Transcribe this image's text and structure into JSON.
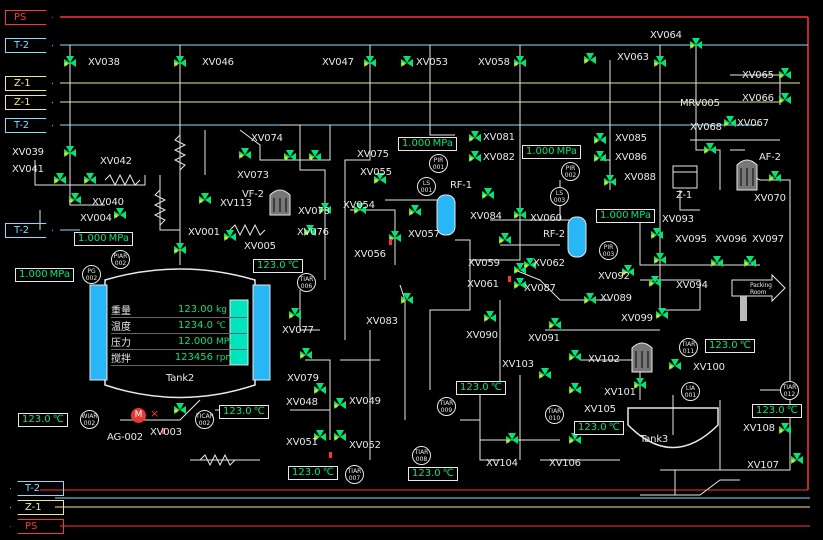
{
  "buses": [
    {
      "tag": "PS",
      "color": "#ff3333"
    },
    {
      "tag": "T-2",
      "color": "#7fdfff"
    },
    {
      "tag": "Z-1",
      "color": "#f0e68c"
    },
    {
      "tag": "Z-1",
      "color": "#f0e68c"
    },
    {
      "tag": "T-2",
      "color": "#7fdfff"
    },
    {
      "tag": "T-2",
      "color": "#7fdfff"
    }
  ],
  "bottom_buses": [
    {
      "tag": "T-2",
      "color": "#7fdfff"
    },
    {
      "tag": "Z-1",
      "color": "#f0e68c"
    },
    {
      "tag": "PS",
      "color": "#ff3333"
    }
  ],
  "valves": [
    {
      "label": "XV038"
    },
    {
      "label": "XV046"
    },
    {
      "label": "XV047"
    },
    {
      "label": "XV053"
    },
    {
      "label": "XV058"
    },
    {
      "label": "XV063"
    },
    {
      "label": "XV064"
    },
    {
      "label": "XV065"
    },
    {
      "label": "XV066"
    },
    {
      "label": "XV067"
    },
    {
      "label": "XV068"
    },
    {
      "label": "MRV005"
    },
    {
      "label": "XV039"
    },
    {
      "label": "XV041"
    },
    {
      "label": "XV042"
    },
    {
      "label": "XV040"
    },
    {
      "label": "XV004"
    },
    {
      "label": "XV074"
    },
    {
      "label": "XV073"
    },
    {
      "label": "XV075"
    },
    {
      "label": "XV081"
    },
    {
      "label": "XV082"
    },
    {
      "label": "XV085"
    },
    {
      "label": "XV086"
    },
    {
      "label": "XV088"
    },
    {
      "label": "XV070"
    },
    {
      "label": "XV113"
    },
    {
      "label": "XV001"
    },
    {
      "label": "XV005"
    },
    {
      "label": "XV078"
    },
    {
      "label": "XV055"
    },
    {
      "label": "XV054"
    },
    {
      "label": "XV084"
    },
    {
      "label": "XV060"
    },
    {
      "label": "XV057"
    },
    {
      "label": "XV076"
    },
    {
      "label": "XV056"
    },
    {
      "label": "XV059"
    },
    {
      "label": "XV062"
    },
    {
      "label": "XV093"
    },
    {
      "label": "XV095"
    },
    {
      "label": "XV096"
    },
    {
      "label": "XV097"
    },
    {
      "label": "XV092"
    },
    {
      "label": "XV094"
    },
    {
      "label": "XV061"
    },
    {
      "label": "XV087"
    },
    {
      "label": "XV089"
    },
    {
      "label": "XV083"
    },
    {
      "label": "XV090"
    },
    {
      "label": "XV099"
    },
    {
      "label": "XV091"
    },
    {
      "label": "XV077"
    },
    {
      "label": "XV079"
    },
    {
      "label": "XV048"
    },
    {
      "label": "XV049"
    },
    {
      "label": "XV051"
    },
    {
      "label": "XV052"
    },
    {
      "label": "XV003"
    },
    {
      "label": "XV103"
    },
    {
      "label": "XV102"
    },
    {
      "label": "XV100"
    },
    {
      "label": "XV101"
    },
    {
      "label": "XV105"
    },
    {
      "label": "XV104"
    },
    {
      "label": "XV106"
    },
    {
      "label": "XV108"
    },
    {
      "label": "XV107"
    },
    {
      "label": "AG-002"
    }
  ],
  "equipment": {
    "vf2": "VF-2",
    "rf1": "RF-1",
    "rf2": "RF-2",
    "af2": "AF-2",
    "z1": "Z-1",
    "tank2": "Tank2",
    "tank3": "Tank3",
    "packing_room": "Packing Room"
  },
  "readings": [
    {
      "value": "1.000",
      "unit": "MPa"
    },
    {
      "value": "1.000",
      "unit": "MPa"
    },
    {
      "value": "1.000",
      "unit": "MPa"
    },
    {
      "value": "1.000",
      "unit": "MPa"
    },
    {
      "value": "1.000",
      "unit": "MPa"
    },
    {
      "value": "123.0",
      "unit": "℃"
    },
    {
      "value": "123.0",
      "unit": "℃"
    },
    {
      "value": "123.0",
      "unit": "℃"
    },
    {
      "value": "123.0",
      "unit": "℃"
    },
    {
      "value": "123.0",
      "unit": "℃"
    },
    {
      "value": "123.0",
      "unit": "℃"
    },
    {
      "value": "123.0",
      "unit": "℃"
    },
    {
      "value": "123.0",
      "unit": "℃"
    },
    {
      "value": "123.0",
      "unit": "℃"
    }
  ],
  "instruments": [
    {
      "line1": "PG",
      "line2": "002"
    },
    {
      "line1": "PIAR",
      "line2": "002"
    },
    {
      "line1": "TIAR",
      "line2": "006"
    },
    {
      "line1": "PIR",
      "line2": "001"
    },
    {
      "line1": "LS",
      "line2": "001"
    },
    {
      "line1": "PIR",
      "line2": "002"
    },
    {
      "line1": "LS",
      "line2": "003"
    },
    {
      "line1": "PIR",
      "line2": "003"
    },
    {
      "line1": "WIAR",
      "line2": "002"
    },
    {
      "line1": "TICAR",
      "line2": "002"
    },
    {
      "line1": "TIAR",
      "line2": "007"
    },
    {
      "line1": "TIAR",
      "line2": "008"
    },
    {
      "line1": "TIAR",
      "line2": "009"
    },
    {
      "line1": "TIAR",
      "line2": "010"
    },
    {
      "line1": "TIAR",
      "line2": "011"
    },
    {
      "line1": "LIA",
      "line2": "001"
    },
    {
      "line1": "TIAR",
      "line2": "012"
    }
  ],
  "tank_panel": [
    {
      "key": "重量",
      "value": "123.00",
      "unit": "kg"
    },
    {
      "key": "温度",
      "value": "1234.0",
      "unit": "℃"
    },
    {
      "key": "压力",
      "value": "12.000",
      "unit": "MPa"
    },
    {
      "key": "搅拌",
      "value": "123456",
      "unit": "rpm"
    }
  ],
  "motor": {
    "symbol": "M",
    "fault": "×"
  },
  "colors": {
    "background": "#000000",
    "pipe": "#e8e8e8",
    "valve_open": "#00e676",
    "valve_status": "#ffd600",
    "heater": "#4fc3f7",
    "alarm": "#ff3333"
  }
}
